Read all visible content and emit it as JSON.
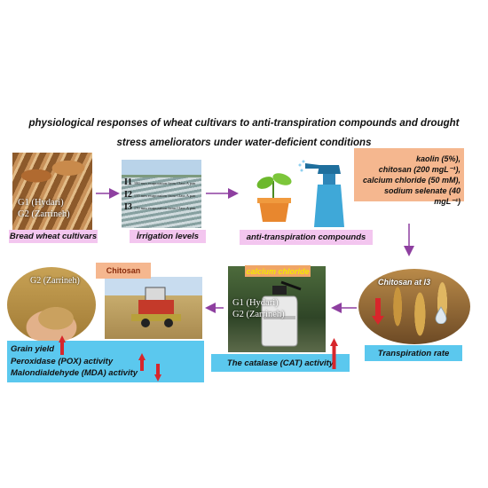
{
  "title": "physiological responses of wheat cultivars to anti-transpiration compounds and drought stress ameliorators under water-deficient conditions",
  "cultivars": {
    "g1": "G1 (Hydari)",
    "g2": "G2 (Zarrineh)",
    "label": "Bread wheat cultivars"
  },
  "irrigation": {
    "label": "İrrigation levels",
    "levels": [
      {
        "id": "I1",
        "text": "100 mm evaporation from Class A pan"
      },
      {
        "id": "I2",
        "text": "135 mm evaporation from Class A pan"
      },
      {
        "id": "I3",
        "text": "170 mm evaporation from Class A pan"
      }
    ]
  },
  "compounds": {
    "label": "anti-transpiration compounds",
    "items": [
      "kaolin (5%),",
      "chitosan (200 mgL⁻¹),",
      "calcium chloride (50 mM),",
      "sodium selenate (40 mgL⁻¹)"
    ]
  },
  "transpiration": {
    "photo_label": "Chitosan at I3",
    "label": "Transpiration rate"
  },
  "catalase": {
    "compound": "calcium chloride",
    "g1": "G1 (Hydari)",
    "g2": "G2 (Zarrineh)",
    "label": "The catalase (CAT) activity"
  },
  "yield": {
    "photo_label": "G2 (Zarrineh)",
    "compound": "Chitosan",
    "results": [
      "Grain yield",
      "Peroxidase (POX) activity",
      "Malondialdehyde (MDA) activity"
    ]
  },
  "colors": {
    "arrow_flow": "#8e3fa0",
    "arrow_up_down": "#d7262b",
    "pink_label": "#f3c6ef",
    "blue_label": "#5bc8ee",
    "peach_label": "#f5b78f"
  }
}
